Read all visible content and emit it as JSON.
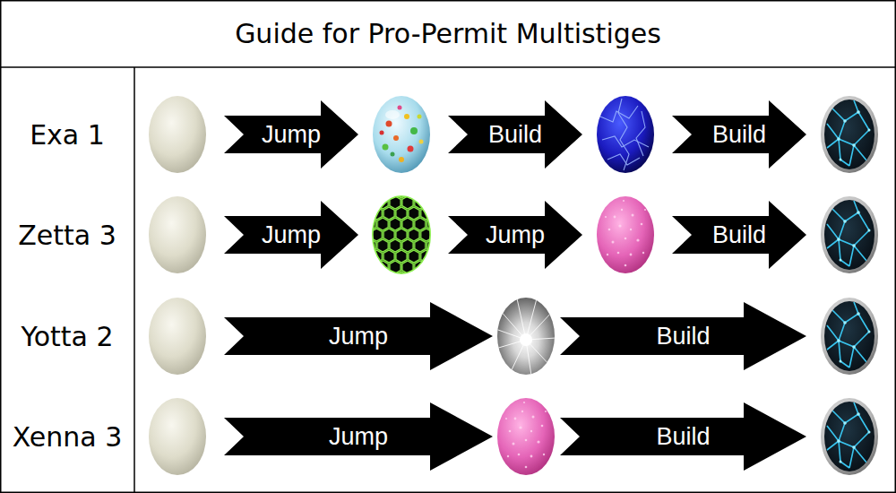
{
  "diagram": {
    "title": "Guide for Pro-Permit Multistiges",
    "nodes": [
      {
        "text": [
          "Jump"
        ]
      },
      {
        "text": [
          "Build"
        ]
      },
      {
        "text": [
          "Build"
        ]
      },
      {
        "text": [
          "Jump"
        ]
      },
      {
        "text": [
          "Jump"
        ]
      },
      {
        "text": [
          "Build"
        ]
      },
      {
        "text": [
          "Jump"
        ]
      },
      {
        "text": [
          "Build"
        ]
      },
      {
        "text": [
          "Jump"
        ]
      },
      {
        "text": [
          "Build"
        ]
      }
    ],
    "labels": [
      "Exa 1",
      "Zetta 3",
      "Yotta 2",
      "Xenna 3"
    ]
  }
}
